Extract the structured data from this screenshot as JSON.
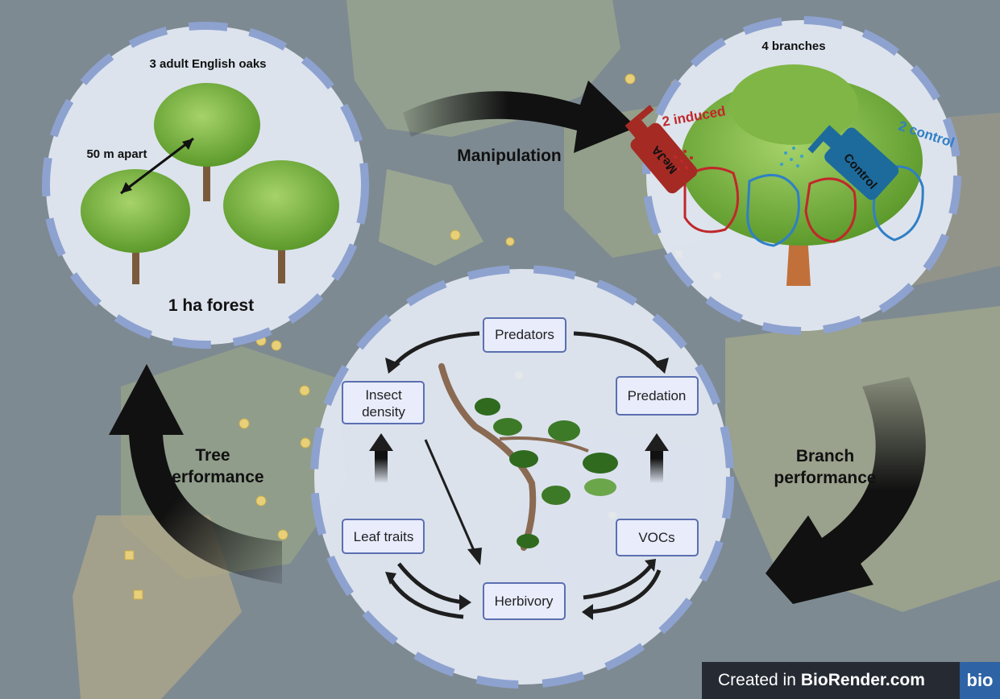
{
  "forest_circle": {
    "title": "3 adult English oaks",
    "distance_label": "50 m apart",
    "area_label": "1 ha forest"
  },
  "manipulation_label": "Manipulation",
  "branches_circle": {
    "title": "4 branches",
    "induced_label": "2 induced",
    "control_label": "2 control",
    "meja_bottle_label": "MeJA",
    "control_bottle_label": "Control"
  },
  "tree_performance_label": [
    "Tree",
    "performance"
  ],
  "branch_performance_label": [
    "Branch",
    "performance"
  ],
  "cycle": {
    "predators": "Predators",
    "insect_density": [
      "Insect",
      "density"
    ],
    "predation": "Predation",
    "leaf_traits": "Leaf traits",
    "vocs": "VOCs",
    "herbivory": "Herbivory"
  },
  "badge": {
    "created_in": "Created in",
    "brand": "BioRender.com",
    "logo": "bio"
  },
  "colors": {
    "induced_red": "#c0282b",
    "control_blue": "#2f7fc6",
    "arrow_dark": "#1e1e1e",
    "circle_dash": "#8ea2d0",
    "box_fill": "#e8ecfb",
    "box_stroke": "#5b6fb0"
  }
}
